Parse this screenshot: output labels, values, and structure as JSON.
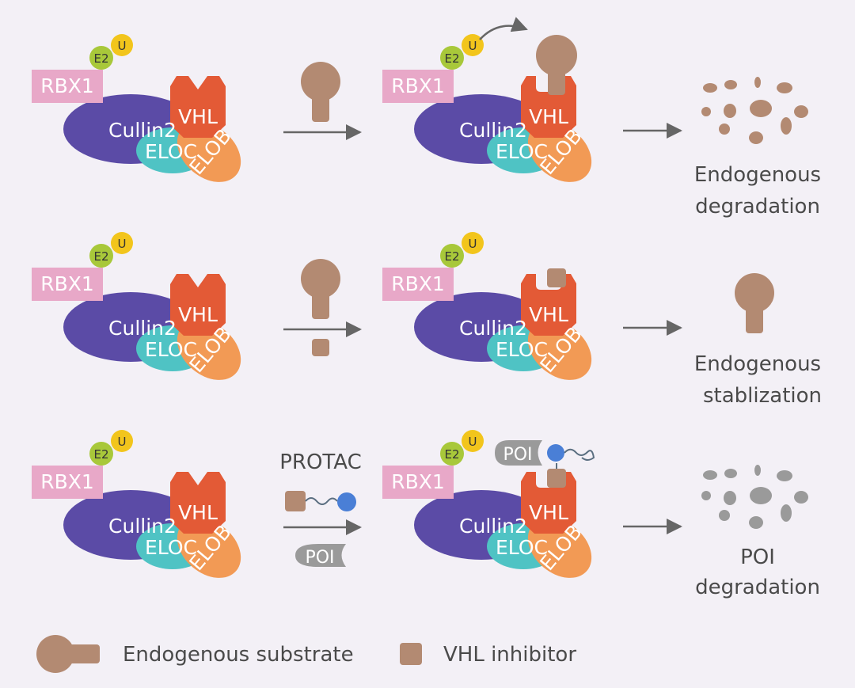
{
  "colors": {
    "background": "#f3f0f6",
    "rbx1": "#e8a8c8",
    "cullin2": "#5b4ba6",
    "vhl": "#e35a36",
    "eloc": "#4fc3c4",
    "elob": "#f29a55",
    "e2": "#a8c83a",
    "ub": "#f2c51c",
    "substrate": "#b38a72",
    "poi": "#9a9a9a",
    "protac_ball": "#4a7fd6",
    "arrow": "#666666"
  },
  "complex_labels": {
    "rbx1": "RBX1",
    "cullin2": "Cullin2",
    "vhl": "VHL",
    "eloc": "ELOC",
    "elob": "ELOB",
    "e2": "E2",
    "u": "U"
  },
  "rows": [
    {
      "name": "endogenous-degradation",
      "outcome_line1": "Endogenous",
      "outcome_line2": "degradation"
    },
    {
      "name": "endogenous-stabilization",
      "outcome_line1": "Endogenous",
      "outcome_line2": "stablization"
    },
    {
      "name": "poi-degradation",
      "outcome_line1": "POI",
      "outcome_line2": "degradation",
      "protac_label": "PROTAC",
      "poi_label": "POI"
    }
  ],
  "legend": {
    "substrate_label": "Endogenous substrate",
    "inhibitor_label": "VHL inhibitor"
  }
}
